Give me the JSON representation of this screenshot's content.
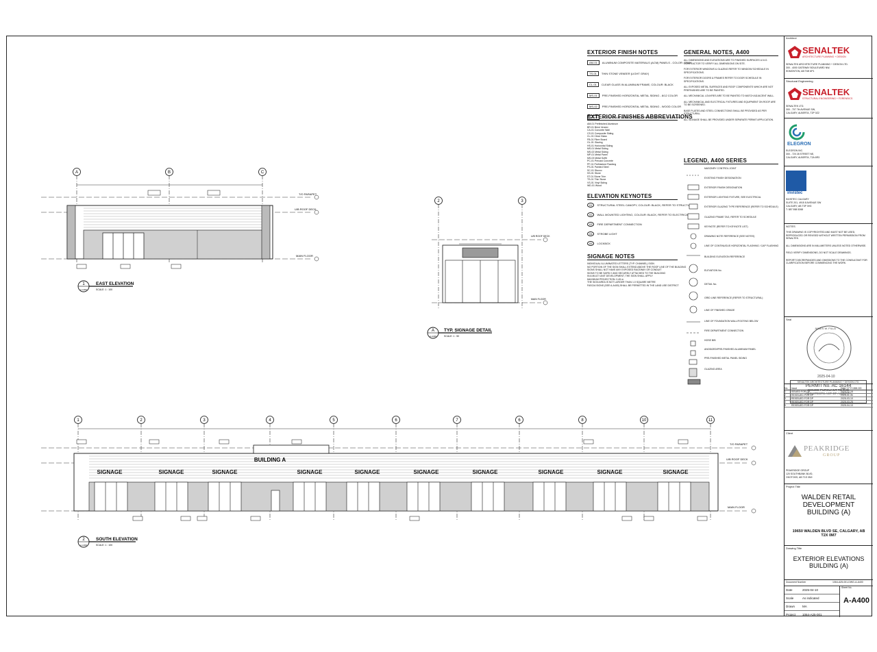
{
  "views": {
    "east": {
      "num": "1",
      "sheet": "A-A400",
      "title": "EAST ELEVATION",
      "scale": "SCALE: 1 : 100"
    },
    "signage": {
      "num": "A",
      "sheet": "A-A400",
      "title": "TYP. SIGNAGE DETAIL",
      "scale": "SCALE: 1 : 50"
    },
    "south": {
      "num": "2",
      "sheet": "A-A400",
      "title": "SOUTH ELEVATION",
      "scale": "SCALE: 1 : 100"
    }
  },
  "grids": {
    "east": [
      "A",
      "B",
      "C"
    ],
    "signage": [
      "2",
      "3"
    ],
    "south": [
      "1",
      "2",
      "3",
      "4",
      "5",
      "6",
      "7",
      "6",
      "8",
      "10",
      "11"
    ]
  },
  "level_labels": {
    "to_parapet": "T/O PARAPET",
    "ub_roof": "U/B ROOF DECK",
    "main_floor": "MAIN FLOOR"
  },
  "signage_text": "SIGNAGE",
  "building_label": "BUILDING A",
  "notes": {
    "finish": {
      "title": "EXTERIOR FINISH NOTES",
      "items": [
        {
          "tag": "AM-01",
          "text": "ALUMINUM COMPOSITE MATERIALS (ACM) PANELS - COLOR: GRAY"
        },
        {
          "tag": "TS-01",
          "text": "THIN STONE VENEER (LIGHT GRAY)"
        },
        {
          "tag": "CL-01",
          "text": "CLEAR GLASS IN ALUMINUM FRAME, COLOUR: BLACK"
        },
        {
          "tag": "MS-01",
          "text": "PRE-FINISHED HORIZONTAL METAL SIDING - 8/12 COLOR"
        },
        {
          "tag": "MS-02",
          "text": "PRE-FINISHED HORIZONTAL METAL SIDING - WOOD COLOR"
        },
        {
          "tag": "MS-03",
          "text": "WOOD GRAIN ACCENT SOFFIT PANEL ON 19mm SHEATHING"
        }
      ]
    },
    "abbrev": {
      "title": "EXTERIOR FINISHES ABBREVIATIONS",
      "items": [
        "AM-01  Prefinished Aluminum",
        "BR-01  Brick Veneer",
        "CA-01  Concrete Wall",
        "CS-01  Composite Siding",
        "CL-01  Clear Glass",
        "FB-01  Fibre Board",
        "GL-01  Glazing",
        "HS-01  Horizontal Siding",
        "MS-01  Metal Siding",
        "MS-02  Metal Siding",
        "MP-01  Metal Panel",
        "MS-03  Metal Soffit",
        "PC-01  Precast Concrete",
        "PF-01  Prefinished Flashing",
        "PS-01  Painted Steel",
        "SC-01  Stucco",
        "SS-01  Stone",
        "ST-01  Stone Trim",
        "TS-01  Thin Stone",
        "VS-01  Vinyl Siding",
        "WD-01  Wood"
      ]
    },
    "keynotes": {
      "title": "ELEVATION KEYNOTES",
      "items": [
        {
          "tag": "01",
          "text": "STRUCTURAL STEEL CANOPY, COLOUR: BLACK, REFER TO STRUCTURAL"
        },
        {
          "tag": "02",
          "text": "WALL MOUNTED LIGHTING, COLOUR: BLACK, REFER TO ELECTRICAL"
        },
        {
          "tag": "03",
          "text": "FIRE DEPARTMENT CONNECTION"
        },
        {
          "tag": "04",
          "text": "STROBE LIGHT"
        },
        {
          "tag": "05",
          "text": "LOCKBOX"
        }
      ]
    },
    "signage": {
      "title": "SIGNAGE NOTES",
      "items": [
        "INDIVIDUAL ILLUMINATED LETTERS (TYP. CHANNEL) SIGN",
        "NO PORTION OF THE SIGN SHALL EXTEND ABOVE THE ROOF LINE OF THE BUILDING",
        "SIGNS SHALL NOT HAVE ANY EXPOSED RACEWAY OR CONDUIT",
        "SIGNS TO BE SAFELY AND SECURELY ATTACHED TO THE BUILDING",
        "IN A MULTI UNIT DEVELOPMENT, THE SIGN SHALL APPLY",
        "MAXIMUM PROJECTION: 0.45 m",
        "THE SIGN AREA IS NOT LARGER THAN 1.0 SQUARE METRE",
        "FASCIA SIGNS (SEE A-A400) SHALL BE PERMITTED IN THE LAND USE DISTRICT"
      ]
    },
    "general": {
      "title": "GENERAL NOTES, A400",
      "paragraphs": [
        "ALL DIMENSIONS AND ELEVATIONS ARE TO FINISHED SURFACES U.N.O. CONTRACTOR TO VERIFY ALL DIMENSIONS ON SITE.",
        "FOR EXTERIOR WINDOWS & GLAZING REFER TO WINDOW SCHEDULE IN SPECIFICATIONS.",
        "FOR EXTERIOR DOORS & FRAMES REFER TO DOOR SCHEDULE IN SPECIFICATIONS.",
        "ALL EXPOSED METAL SURFACES AND ROOF COMPONENTS WHICH ARE NOT PREFINISHED ARE TO BE PAINTED.",
        "ALL MECHANICAL LOUVRES ARE TO BE PAINTED TO MATCH ADJACENT WALL.",
        "ALL MECHANICAL AND ELECTRICAL FIXTURES AND EQUIPMENT ON ROOF ARE TO BE SCREENED.",
        "BASE PLATES AND STEEL CONNECTIONS SHALL BE PROVIDED AS PER STRUCTURAL.",
        "ALL SIGNAGE SHALL BE PROVIDED UNDER SEPARATE PERMIT APPLICATION."
      ]
    }
  },
  "legend": {
    "title": "LEGEND, A400 SERIES",
    "items": [
      "MASONRY CONTROL JOINT",
      "EXISTING FINISH DESIGNATION",
      "EXTERIOR FINISH DESIGNATION",
      "EXTERIOR LIGHTING FIXTURE, SEE ELECTRICAL",
      "EXTERIOR GLAZING TYPE REFERENCE (REFER TO SCHEDULE)",
      "GLAZING FRAME TAG, REFER TO SCHEDULE",
      "KEYNOTE (REFER TO KEYNOTE LIST)",
      "DRAWING NOTE REFERENCE (SEE NOTES)",
      "LINE OF CONTINUOUS HORIZONTAL FLASHING / CAP FLASHING",
      "BUILDING ELEVATION REFERENCE",
      "ELEVATION No.",
      "DETAIL No.",
      "GRID LINE REFERENCE (REFER TO STRUCTURAL)",
      "LINE OF FINISHED GRADE",
      "LINE OF FOUNDATION WALL/FOOTING BELOW",
      "FIRE DEPARTMENT CONNECTION",
      "HOSE BIB",
      "ANODIZED/PRE-FINISHED ALUMINUM PANEL",
      "PRE-FINISHED METAL PANEL SIDING",
      "GLAZING AREA"
    ]
  },
  "title_block": {
    "architect_label": "Architect",
    "arch_firm": "SENALTEK",
    "arch_sub": "ARCHITECTURE PLANNING + DESIGN",
    "arch_addr": [
      "SENALTEK ARCHITECTURE PLANNING + DESIGN LTD.",
      "300 - 4000 GATEWAY BOULEVARD NW,",
      "EDMONTON, AB T6H 6P1"
    ],
    "struct_label": "Structural Engineering",
    "struct_firm": "SENALTEK",
    "struct_sub": "STRUCTURAL ENGINEERING + FORENSICS",
    "struct_addr": [
      "SENALTEK LTD.",
      "300 - 707 7th AVENUE SW,",
      "CALGARY, ALBERTA, T2P 0Z2"
    ],
    "elec_firm": "ELEGRON",
    "elec_addr": [
      "ELEGRON INC.",
      "300 - 720 28 STREET NE,",
      "CALGARY, ALBERTA, T2A 6R3"
    ],
    "mech_firm": "invistec",
    "mech_addr": [
      "INVISTEC CALGARY",
      "SUITE 201, 4915 8 AVENUE SW",
      "CALGARY, AB T3P 0H3",
      "T: 587 558 5268"
    ],
    "notes_title": "NOTES",
    "notes": [
      "THIS DRAWING IS COPYRIGHTED AND MUST NOT BE USED, REPRODUCED OR REVISED WITHOUT WRITTEN PERMISSION FROM SENALTEK.",
      "ALL DIMENSIONS ARE IN MILLIMETERS UNLESS NOTED OTHERWISE.",
      "FIELD VERIFY DIMENSIONS, DO NOT SCALE DRAWINGS.",
      "REPORT DISCREPANCIES AND OMISSIONS TO THE CONSULTANT FOR CLARIFICATION BEFORE COMMENCING THE WORK."
    ],
    "seal_label": "Seal",
    "seal_name": "JAMES W. FILLA",
    "seal_date": "2025-04-10",
    "permit": [
      "SENALTEK ARCHITECTURE PLANNING + DESIGN LTD.",
      "PERMIT No. AC 16144",
      "ISSUED PURSUANT TO THE",
      "ARCHITECTS ACT OF ALBERTA"
    ],
    "revisions_head": [
      "No.",
      "Issue",
      "Date YYYY-MM-DD"
    ],
    "revisions": [
      [
        "1",
        "ISSUED FOR DP",
        "2024-12-16"
      ],
      [
        "2",
        "REISSUED FOR DP",
        "2025-01-30"
      ],
      [
        "3",
        "REISSUED FOR DP",
        "2025-03-10"
      ],
      [
        "4",
        "REISSUED FOR DP",
        "2025-03-25"
      ],
      [
        "5",
        "REISSUED FOR DP",
        "2025-04-10"
      ]
    ],
    "client_label": "Client",
    "client_logo": "PEAKRIDGE",
    "client_logo_sub": "GROUP",
    "client_addr": [
      "PEAKRIDGE GROUP",
      "120 SOUTHBANK BLVD,",
      "OKOTOKS, AB T1S 0N9"
    ],
    "project_label": "Project Title",
    "project_title": [
      "WALDEN RETAIL",
      "DEVELOPMENT",
      "BUILDING (A)"
    ],
    "project_addr": [
      "19650 WALDEN BLVD SE, CALGARY, AB",
      "T2X 0M7"
    ],
    "drawing_label": "Drawing Title",
    "drawing_title": [
      "EXTERIOR ELEVATIONS",
      "BUILDING (A)"
    ],
    "doc_label": "Document Number",
    "doc_number": "1064-A25-001-DWG-A-A400",
    "date_label": "Date",
    "date": "2025-04-10",
    "scale_label": "Scale",
    "scale": "As indicated",
    "drawn_label": "Drawn",
    "drawn": "MA",
    "project_no_label": "Project",
    "project_no": "1064-A25-001",
    "sheet_label": "Sheet No.",
    "sheet_no": "A-A400"
  }
}
